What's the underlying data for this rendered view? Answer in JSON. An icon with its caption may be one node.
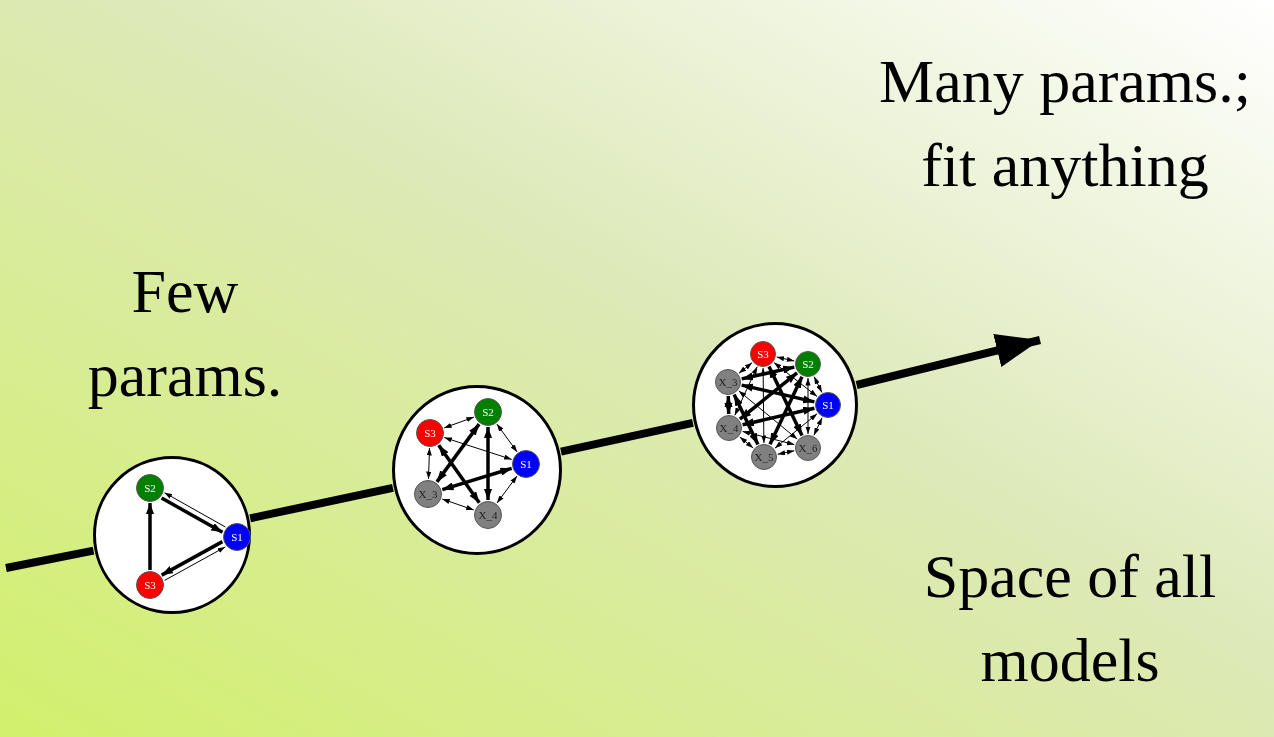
{
  "diagram": {
    "nodes": [
      {
        "text": [],
        "shape": "circle"
      },
      {
        "text": [
          "S2"
        ],
        "in": 0
      },
      {
        "text": [
          "S1"
        ],
        "in": 0
      },
      {
        "text": [
          "S3"
        ],
        "in": 0
      },
      {
        "text": [],
        "shape": "circle"
      },
      {
        "text": [
          "S3"
        ],
        "in": 4
      },
      {
        "text": [
          "S2"
        ],
        "in": 4
      },
      {
        "text": [
          "S1"
        ],
        "in": 4
      },
      {
        "text": [
          "X_3"
        ],
        "in": 4
      },
      {
        "text": [
          "X_4"
        ],
        "in": 4
      },
      {
        "text": [],
        "shape": "circle"
      },
      {
        "text": [
          "S3"
        ],
        "in": 10
      },
      {
        "text": [
          "S2"
        ],
        "in": 10
      },
      {
        "text": [
          "X_3"
        ],
        "in": 10
      },
      {
        "text": [
          "S1"
        ],
        "in": 10
      },
      {
        "text": [
          "X_4"
        ],
        "in": 10
      },
      {
        "text": [
          "X_6"
        ],
        "in": 10
      },
      {
        "text": [
          "X_5"
        ],
        "in": 10
      }
    ],
    "edges": [
      {
        "from": 1,
        "to": 2,
        "arrow": "to",
        "style": "thick"
      },
      {
        "from": 2,
        "to": 1,
        "arrow": "to"
      },
      {
        "from": 2,
        "to": 3,
        "arrow": "to",
        "style": "thick"
      },
      {
        "from": 3,
        "to": 2,
        "arrow": "to"
      },
      {
        "from": 3,
        "to": 1,
        "arrow": "to",
        "style": "thick"
      },
      {
        "from": 5,
        "to": 6,
        "arrow": "both"
      },
      {
        "from": 5,
        "to": 7,
        "arrow": "both"
      },
      {
        "from": 5,
        "to": 8,
        "arrow": "both"
      },
      {
        "from": 5,
        "to": 9,
        "arrow": "both",
        "style": "thick"
      },
      {
        "from": 6,
        "to": 7,
        "arrow": "both"
      },
      {
        "from": 6,
        "to": 8,
        "arrow": "both",
        "style": "thick"
      },
      {
        "from": 6,
        "to": 9,
        "arrow": "both",
        "style": "thick"
      },
      {
        "from": 7,
        "to": 8,
        "arrow": "both",
        "style": "thick"
      },
      {
        "from": 7,
        "to": 9,
        "arrow": "both"
      },
      {
        "from": 8,
        "to": 9,
        "arrow": "both"
      },
      {
        "from": 11,
        "to": 12,
        "arrow": "both"
      },
      {
        "from": 11,
        "to": 13,
        "arrow": "both"
      },
      {
        "from": 11,
        "to": 14,
        "arrow": "both"
      },
      {
        "from": 11,
        "to": 15,
        "arrow": "both"
      },
      {
        "from": 11,
        "to": 16,
        "arrow": "both",
        "style": "thick"
      },
      {
        "from": 11,
        "to": 17,
        "arrow": "both"
      },
      {
        "from": 12,
        "to": 13,
        "arrow": "both",
        "style": "thick"
      },
      {
        "from": 12,
        "to": 14,
        "arrow": "both"
      },
      {
        "from": 12,
        "to": 15,
        "arrow": "both",
        "style": "thick"
      },
      {
        "from": 12,
        "to": 16,
        "arrow": "both"
      },
      {
        "from": 12,
        "to": 17,
        "arrow": "both",
        "style": "thick"
      },
      {
        "from": 13,
        "to": 14,
        "arrow": "both",
        "style": "thick"
      },
      {
        "from": 13,
        "to": 15,
        "arrow": "both",
        "style": "thick"
      },
      {
        "from": 13,
        "to": 16,
        "arrow": "both"
      },
      {
        "from": 13,
        "to": 17,
        "arrow": "both",
        "style": "thick"
      },
      {
        "from": 14,
        "to": 15,
        "arrow": "both",
        "style": "thick"
      },
      {
        "from": 14,
        "to": 16,
        "arrow": "both"
      },
      {
        "from": 14,
        "to": 17,
        "arrow": "both"
      },
      {
        "from": 15,
        "to": 16,
        "arrow": "both"
      },
      {
        "from": 15,
        "to": 17,
        "arrow": "both"
      },
      {
        "from": 16,
        "to": 17,
        "arrow": "both"
      },
      {
        "from": null,
        "to": 0,
        "arrow": "none",
        "style": "thick"
      },
      {
        "from": 0,
        "to": 4,
        "arrow": "none",
        "style": "thick"
      },
      {
        "from": 4,
        "to": 10,
        "arrow": "none",
        "style": "thick"
      },
      {
        "from": 10,
        "to": null,
        "arrow": "to",
        "style": "thick"
      }
    ],
    "labels": [
      "Many params.; fit anything",
      "Few params.",
      "Space of all models"
    ]
  }
}
